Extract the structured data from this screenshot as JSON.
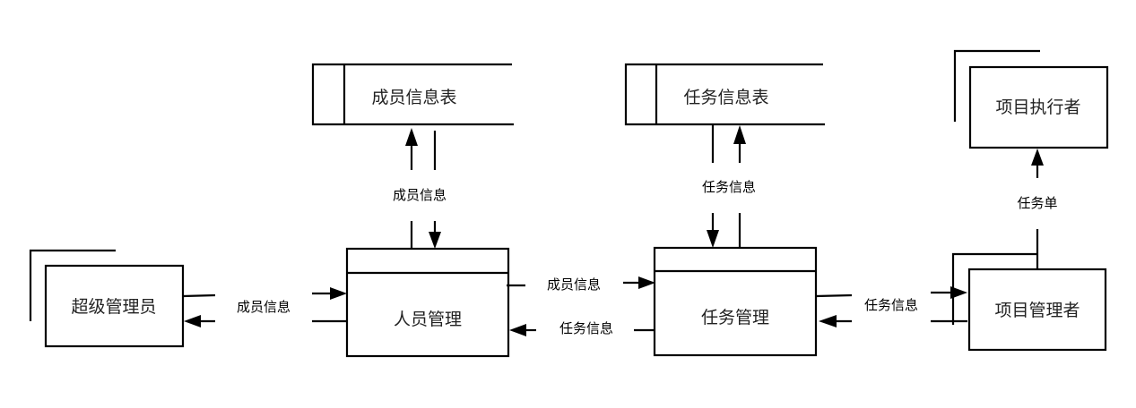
{
  "diagram": {
    "type": "data-flow-diagram",
    "external_entities": {
      "super_admin": "超级管理员",
      "project_manager": "项目管理者",
      "project_executor": "项目执行者"
    },
    "processes": {
      "member_management": "人员管理",
      "task_management": "任务管理"
    },
    "data_stores": {
      "member_table": "成员信息表",
      "task_table": "任务信息表"
    },
    "flows": {
      "admin_member": "成员信息",
      "member_store": "成员信息",
      "member_to_task": "成员信息",
      "task_to_member": "任务信息",
      "task_store": "任务信息",
      "task_manager": "任务信息",
      "task_order": "任务单"
    }
  }
}
